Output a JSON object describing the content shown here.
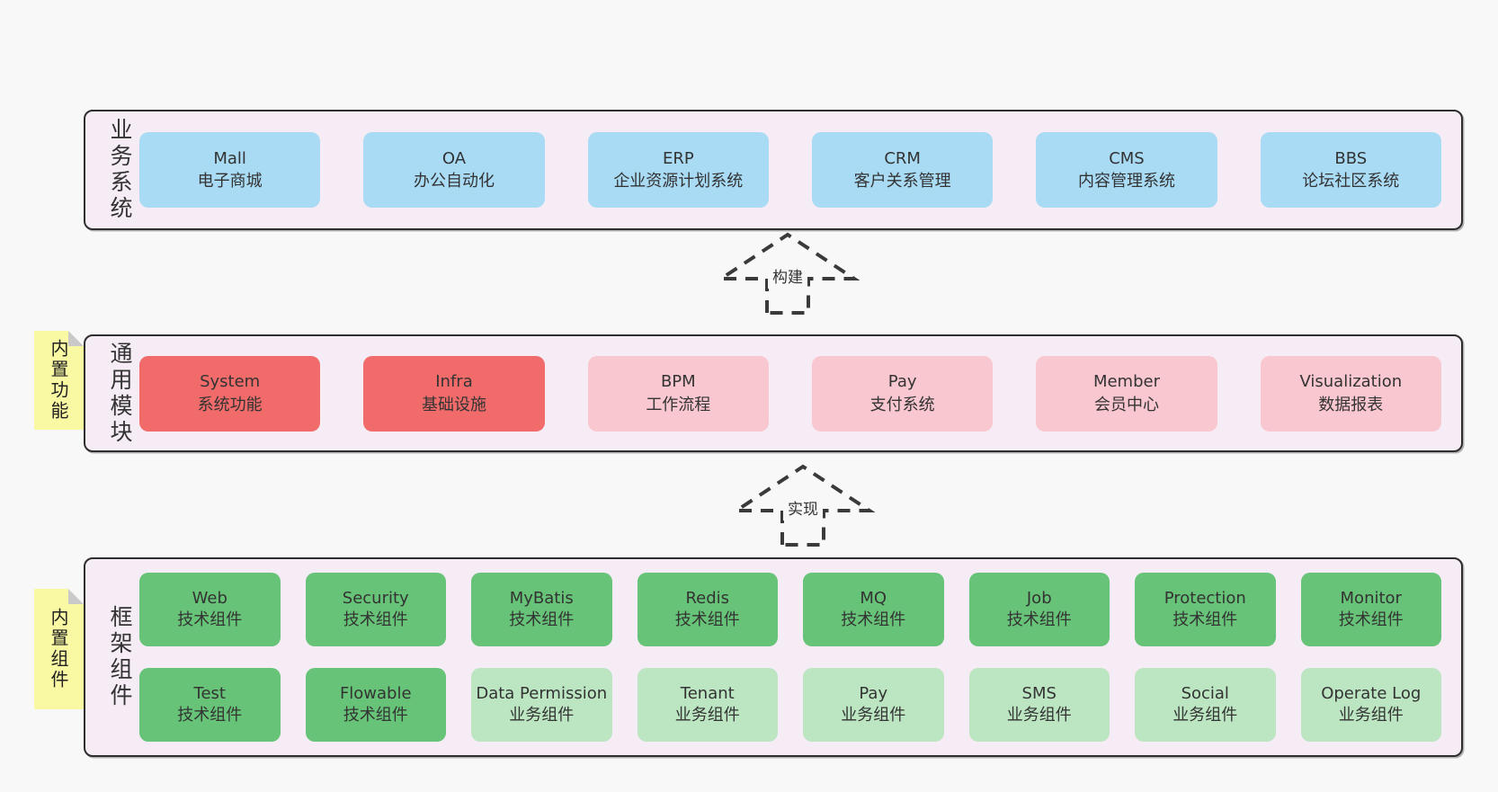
{
  "diagram": {
    "sections": [
      {
        "label": "业务系统",
        "boxes": [
          {
            "name": "Mall",
            "desc": "电子商城",
            "type": "blue"
          },
          {
            "name": "OA",
            "desc": "办公自动化",
            "type": "blue"
          },
          {
            "name": "ERP",
            "desc": "企业资源计划系统",
            "type": "blue"
          },
          {
            "name": "CRM",
            "desc": "客户关系管理",
            "type": "blue"
          },
          {
            "name": "CMS",
            "desc": "内容管理系统",
            "type": "blue"
          },
          {
            "name": "BBS",
            "desc": "论坛社区系统",
            "type": "blue"
          }
        ]
      },
      {
        "label": "通用模块",
        "note": "内置功能",
        "boxes": [
          {
            "name": "System",
            "desc": "系统功能",
            "type": "red"
          },
          {
            "name": "Infra",
            "desc": "基础设施",
            "type": "red"
          },
          {
            "name": "BPM",
            "desc": "工作流程",
            "type": "pink"
          },
          {
            "name": "Pay",
            "desc": "支付系统",
            "type": "pink"
          },
          {
            "name": "Member",
            "desc": "会员中心",
            "type": "pink"
          },
          {
            "name": "Visualization",
            "desc": "数据报表",
            "type": "pink"
          }
        ]
      },
      {
        "label": "框架组件",
        "note": "内置组件",
        "boxes": [
          {
            "name": "Web",
            "desc": "技术组件",
            "type": "green"
          },
          {
            "name": "Security",
            "desc": "技术组件",
            "type": "green"
          },
          {
            "name": "MyBatis",
            "desc": "技术组件",
            "type": "green"
          },
          {
            "name": "Redis",
            "desc": "技术组件",
            "type": "green"
          },
          {
            "name": "MQ",
            "desc": "技术组件",
            "type": "green"
          },
          {
            "name": "Job",
            "desc": "技术组件",
            "type": "green"
          },
          {
            "name": "Protection",
            "desc": "技术组件",
            "type": "green"
          },
          {
            "name": "Monitor",
            "desc": "技术组件",
            "type": "green"
          },
          {
            "name": "Test",
            "desc": "技术组件",
            "type": "green"
          },
          {
            "name": "Flowable",
            "desc": "技术组件",
            "type": "green"
          },
          {
            "name": "Data Permission",
            "desc": "业务组件",
            "type": "lightgreen"
          },
          {
            "name": "Tenant",
            "desc": "业务组件",
            "type": "lightgreen"
          },
          {
            "name": "Pay",
            "desc": "业务组件",
            "type": "lightgreen"
          },
          {
            "name": "SMS",
            "desc": "业务组件",
            "type": "lightgreen"
          },
          {
            "name": "Social",
            "desc": "业务组件",
            "type": "lightgreen"
          },
          {
            "name": "Operate Log",
            "desc": "业务组件",
            "type": "lightgreen"
          }
        ]
      }
    ],
    "arrows": [
      {
        "label": "构建"
      },
      {
        "label": "实现"
      }
    ]
  },
  "colors": {
    "page_background": "#f8f8f8",
    "panel_background": "#f6ecf5",
    "panel_border": "#2e2e2e",
    "box_blue": "#a9dbf5",
    "box_red": "#f16b6b",
    "box_pink": "#f9c7cf",
    "box_green": "#66c377",
    "box_light_green": "#bce5c2",
    "note_yellow": "#f9f9a3",
    "note_fold_gray": "#c9c9c9",
    "text": "#333333"
  }
}
